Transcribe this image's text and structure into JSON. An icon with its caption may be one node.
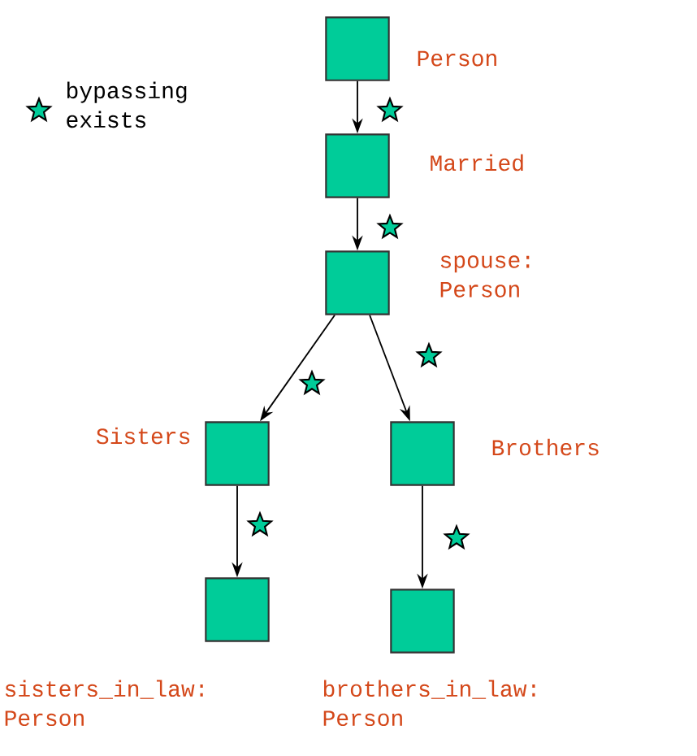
{
  "diagram": {
    "nodes": [
      {
        "text": [],
        "shape": "box",
        "beside": [
          "Person"
        ]
      },
      {
        "text": [],
        "shape": "box",
        "beside": [
          "Married"
        ]
      },
      {
        "text": [],
        "shape": "box",
        "beside": [
          "spouse: Person"
        ]
      },
      {
        "text": [],
        "shape": "box",
        "beside": [
          "Sisters"
        ]
      },
      {
        "text": [],
        "shape": "box",
        "beside": [
          "Brothers"
        ]
      },
      {
        "text": [],
        "shape": "box",
        "beside": [
          "sisters_in_law: Person"
        ]
      },
      {
        "text": [],
        "shape": "box",
        "beside": [
          "brothers_in_law: Person"
        ]
      }
    ],
    "edges": [
      {
        "from": 0,
        "to": 1,
        "arrow": "to"
      },
      {
        "from": 1,
        "to": 2,
        "arrow": "to"
      },
      {
        "from": 2,
        "to": 3,
        "arrow": "to"
      },
      {
        "from": 2,
        "to": 4,
        "arrow": "to"
      },
      {
        "from": 3,
        "to": 5,
        "arrow": "to"
      },
      {
        "from": 4,
        "to": 6,
        "arrow": "to"
      }
    ],
    "legend": [
      {
        "text": "bypassing exists"
      }
    ]
  }
}
